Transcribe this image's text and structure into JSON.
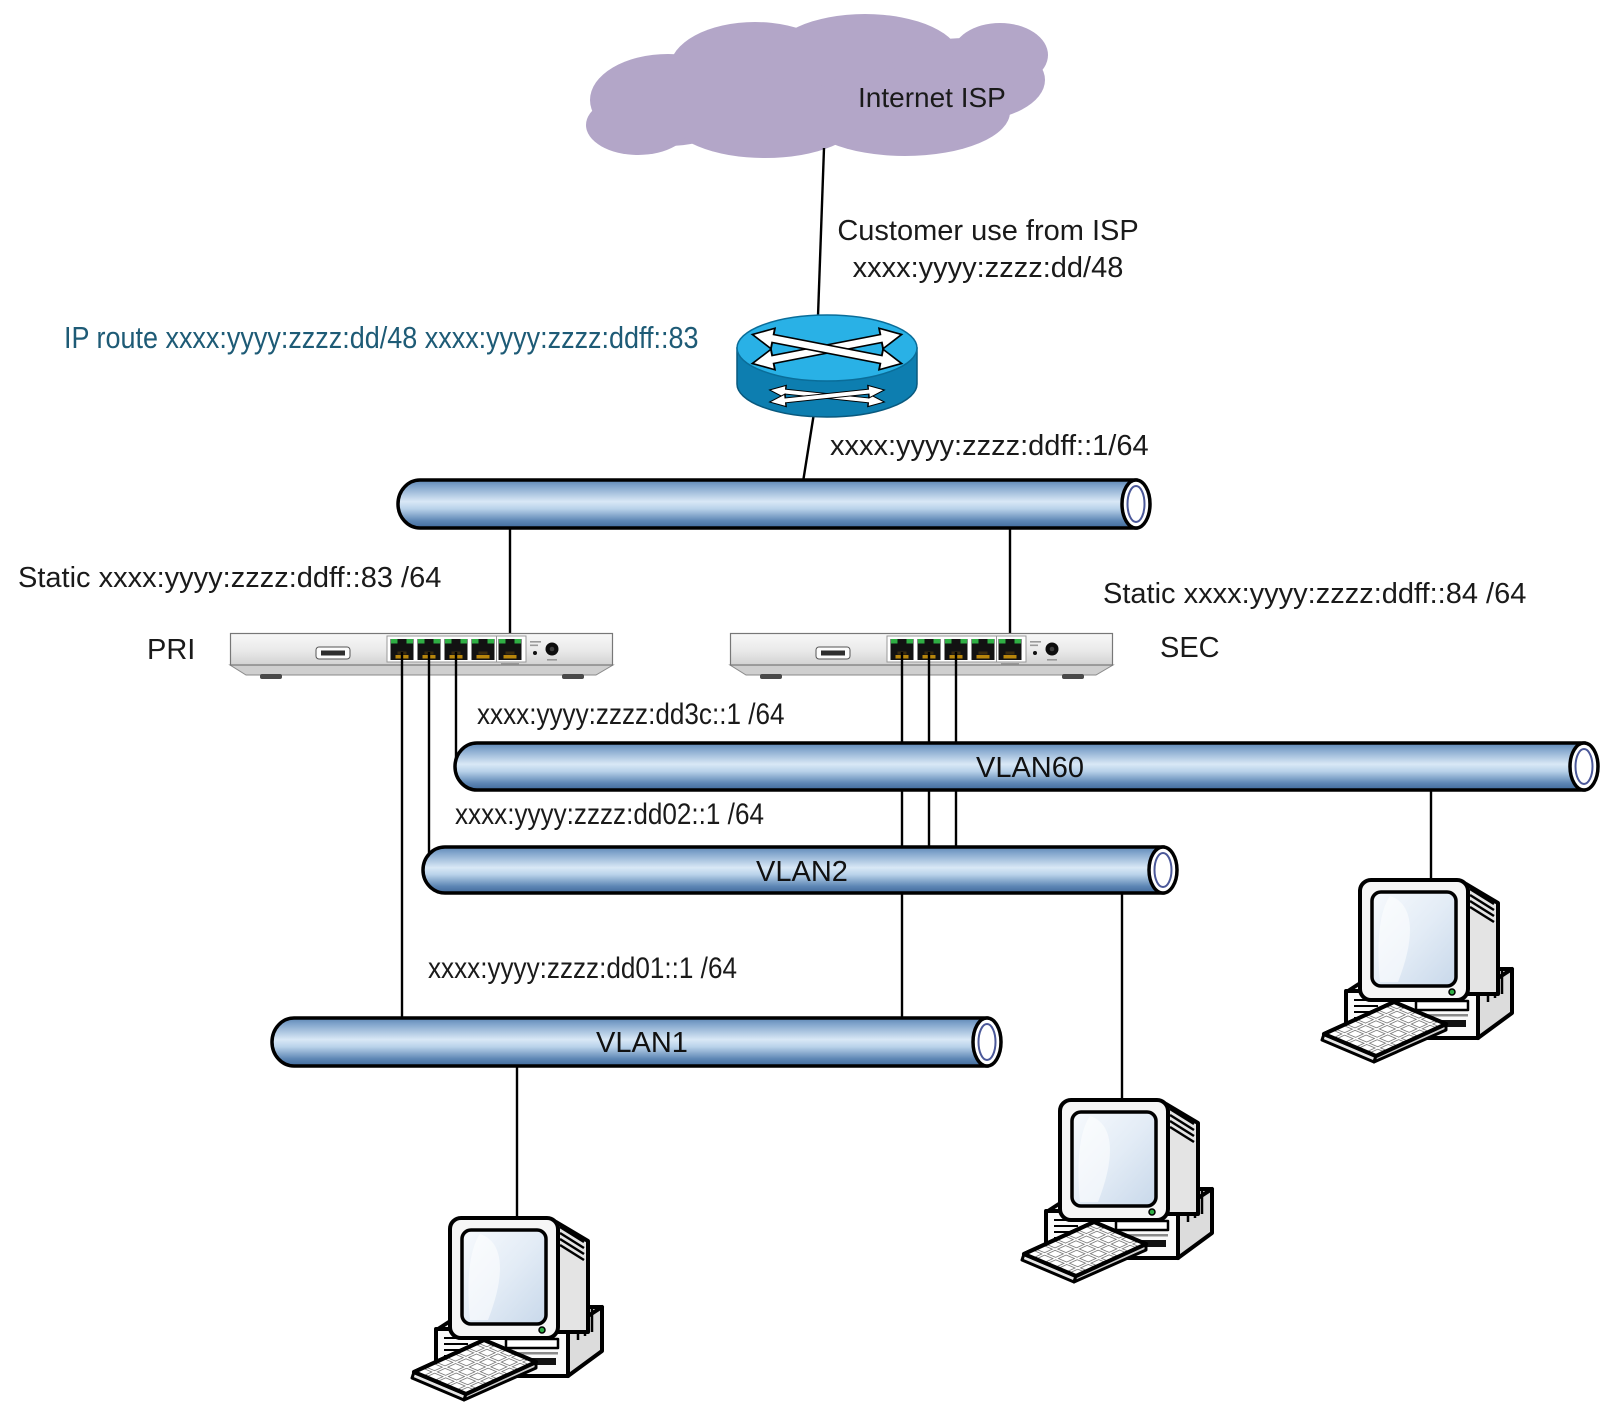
{
  "diagram": {
    "internet": {
      "label": "Internet ISP"
    },
    "isp_allocation": {
      "line1": "Customer use from ISP",
      "line2": "xxxx:yyyy:zzzz:dd/48"
    },
    "ip_route": "IP route xxxx:yyyy:zzzz:dd/48 xxxx:yyyy:zzzz:ddff::83",
    "router_interface": "xxxx:yyyy:zzzz:ddff::1/64",
    "switch_pri": {
      "label": "PRI",
      "static_address": "Static xxxx:yyyy:zzzz:ddff::83 /64"
    },
    "switch_sec": {
      "label": "SEC",
      "static_address": "Static xxxx:yyyy:zzzz:ddff::84 /64"
    },
    "vlan60": {
      "label": "VLAN60",
      "gateway": "xxxx:yyyy:zzzz:dd3c::1 /64"
    },
    "vlan2": {
      "label": "VLAN2",
      "gateway": "xxxx:yyyy:zzzz:dd02::1 /64"
    },
    "vlan1": {
      "label": "VLAN1",
      "gateway": "xxxx:yyyy:zzzz:dd01::1 /64"
    },
    "colors": {
      "cloud": "#b3a6c8",
      "router_top": "#29b1e6",
      "router_side": "#0d7eb0",
      "pipe_highlight": "#d9e8f6",
      "pipe_dark": "#40699a",
      "ip_route_text": "#1e5b76",
      "text": "#1a1a1a"
    }
  }
}
